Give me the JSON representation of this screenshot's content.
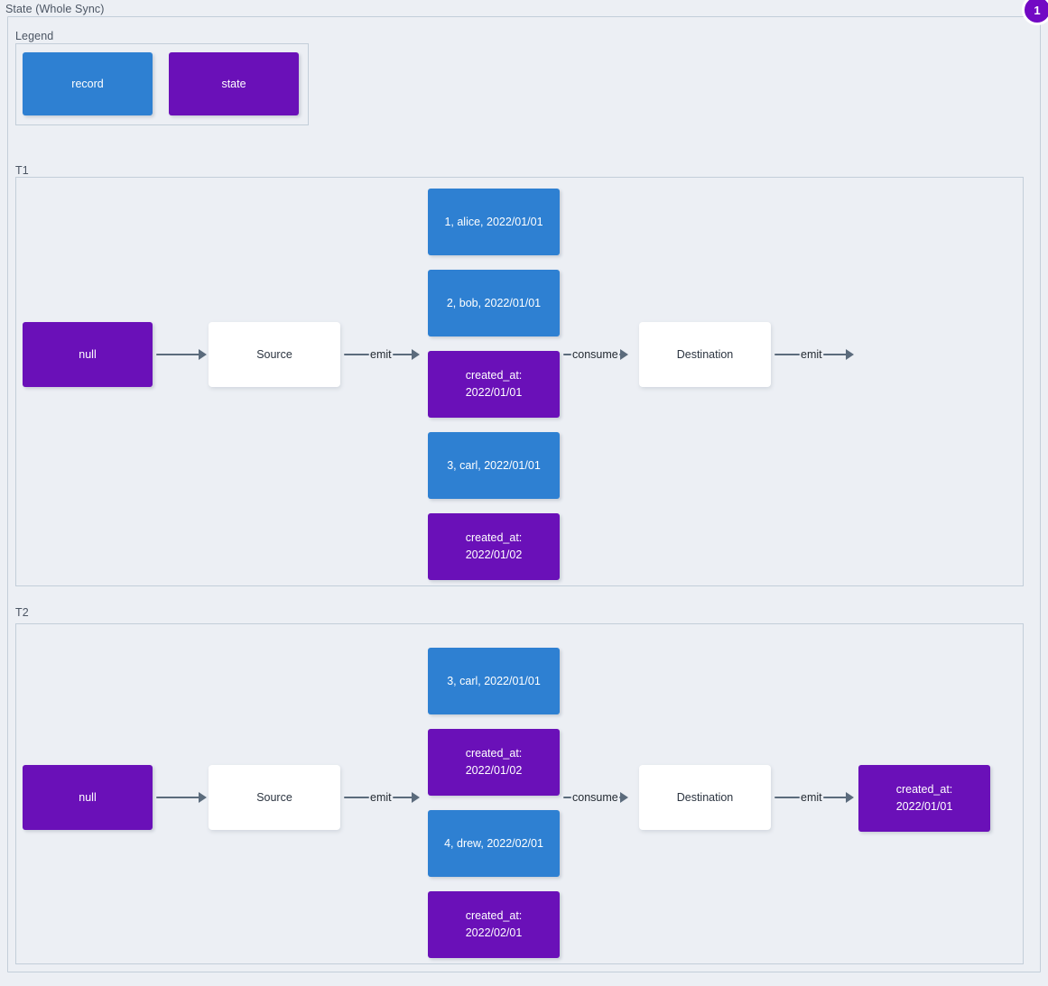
{
  "diagram": {
    "title": "State (Whole Sync)",
    "badge": "1",
    "colors": {
      "record": "#2e80d2",
      "state": "#6a10b8",
      "plain": "#ffffff",
      "background": "#eceff4",
      "border": "#c3ced9",
      "edge": "#5b6b7c",
      "badge": "#7209c4"
    }
  },
  "legend": {
    "title": "Legend",
    "items": [
      {
        "label": "record",
        "kind": "record"
      },
      {
        "label": "state",
        "kind": "state"
      }
    ]
  },
  "t1": {
    "title": "T1",
    "nodes": {
      "initial_state": "null",
      "source": "Source",
      "destination": "Destination",
      "records": [
        "1, alice, 2022/01/01",
        "2, bob, 2022/01/01",
        "created_at:\n2022/01/01",
        "3, carl, 2022/01/01",
        "created_at:\n2022/01/02"
      ]
    },
    "edges": {
      "state_to_source": "",
      "source_emit": "emit",
      "consume": "consume",
      "dest_emit": "emit"
    }
  },
  "t2": {
    "title": "T2",
    "nodes": {
      "initial_state": "null",
      "source": "Source",
      "destination": "Destination",
      "final_state": "created_at:\n2022/01/01",
      "records": [
        "3, carl, 2022/01/01",
        "created_at:\n2022/01/02",
        "4, drew, 2022/02/01",
        "created_at:\n2022/02/01"
      ]
    },
    "edges": {
      "state_to_source": "",
      "source_emit": "emit",
      "consume": "consume",
      "dest_emit": "emit"
    }
  }
}
